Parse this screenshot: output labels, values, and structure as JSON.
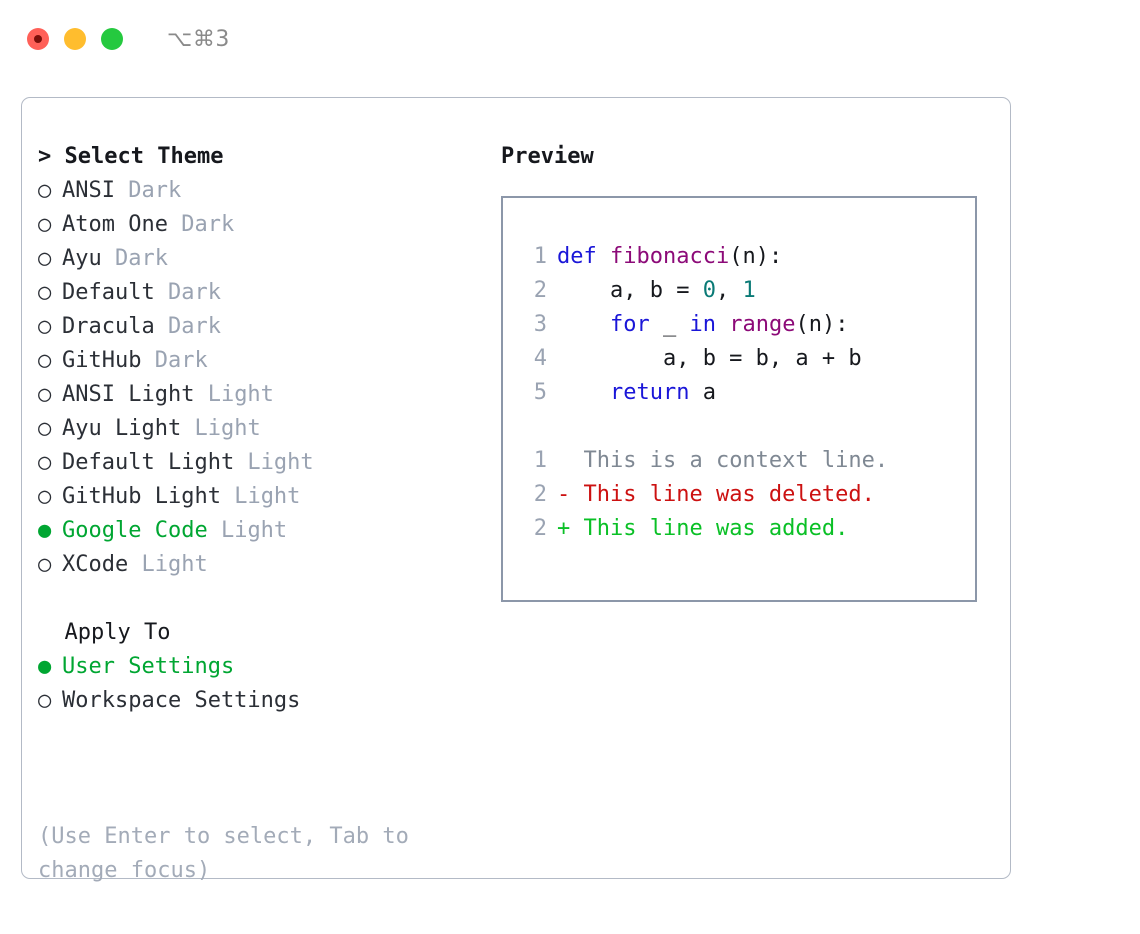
{
  "window": {
    "shortcut": "⌥⌘3",
    "traffic_lights": [
      {
        "name": "close",
        "color": "#ff6058"
      },
      {
        "name": "minimize",
        "color": "#ffbd2e"
      },
      {
        "name": "maximize",
        "color": "#25c93f"
      }
    ]
  },
  "accent": {
    "selected_green": "#00a632",
    "muted_gray": "#9aa3b2",
    "hint_gray": "#a3abb8",
    "border_gray": "#b3bac6",
    "preview_border": "#8c97a9"
  },
  "theme_picker": {
    "header_prefix": "> ",
    "header": "Select Theme",
    "marker_selected": "●",
    "marker_unselected": "○",
    "options": [
      {
        "label": "ANSI",
        "category": "Dark",
        "selected": false
      },
      {
        "label": "Atom One",
        "category": "Dark",
        "selected": false
      },
      {
        "label": "Ayu",
        "category": "Dark",
        "selected": false
      },
      {
        "label": "Default",
        "category": "Dark",
        "selected": false
      },
      {
        "label": "Dracula",
        "category": "Dark",
        "selected": false
      },
      {
        "label": "GitHub",
        "category": "Dark",
        "selected": false
      },
      {
        "label": "ANSI Light",
        "category": "Light",
        "selected": false
      },
      {
        "label": "Ayu Light",
        "category": "Light",
        "selected": false
      },
      {
        "label": "Default Light",
        "category": "Light",
        "selected": false
      },
      {
        "label": "GitHub Light",
        "category": "Light",
        "selected": false
      },
      {
        "label": "Google Code",
        "category": "Light",
        "selected": true
      },
      {
        "label": "XCode",
        "category": "Light",
        "selected": false
      }
    ]
  },
  "apply_to": {
    "header": "Apply To",
    "options": [
      {
        "label": "User Settings",
        "selected": true
      },
      {
        "label": "Workspace Settings",
        "selected": false
      }
    ]
  },
  "hint": "(Use Enter to select, Tab to change focus)",
  "preview": {
    "title": "Preview",
    "code_lines": [
      {
        "no": "1",
        "tokens": [
          {
            "t": "def",
            "c": "kw"
          },
          {
            "t": " ",
            "c": "pln"
          },
          {
            "t": "fibonacci",
            "c": "fn"
          },
          {
            "t": "(n):",
            "c": "pln"
          }
        ]
      },
      {
        "no": "2",
        "tokens": [
          {
            "t": "    a, b = ",
            "c": "pln"
          },
          {
            "t": "0",
            "c": "num"
          },
          {
            "t": ", ",
            "c": "pln"
          },
          {
            "t": "1",
            "c": "num"
          }
        ]
      },
      {
        "no": "3",
        "tokens": [
          {
            "t": "    ",
            "c": "pln"
          },
          {
            "t": "for",
            "c": "kw"
          },
          {
            "t": " _ ",
            "c": "pln"
          },
          {
            "t": "in",
            "c": "kw"
          },
          {
            "t": " ",
            "c": "pln"
          },
          {
            "t": "range",
            "c": "fn"
          },
          {
            "t": "(n):",
            "c": "pln"
          }
        ]
      },
      {
        "no": "4",
        "tokens": [
          {
            "t": "        a, b = b, a + b",
            "c": "pln"
          }
        ]
      },
      {
        "no": "5",
        "tokens": [
          {
            "t": "    ",
            "c": "pln"
          },
          {
            "t": "return",
            "c": "kw"
          },
          {
            "t": " a",
            "c": "pln"
          }
        ]
      }
    ],
    "diff_lines": [
      {
        "no": "1",
        "marker": " ",
        "text": " This is a context line.",
        "kind": "ctx"
      },
      {
        "no": "2",
        "marker": "-",
        "text": " This line was deleted.",
        "kind": "del"
      },
      {
        "no": "2",
        "marker": "+",
        "text": " This line was added.",
        "kind": "add"
      }
    ]
  }
}
